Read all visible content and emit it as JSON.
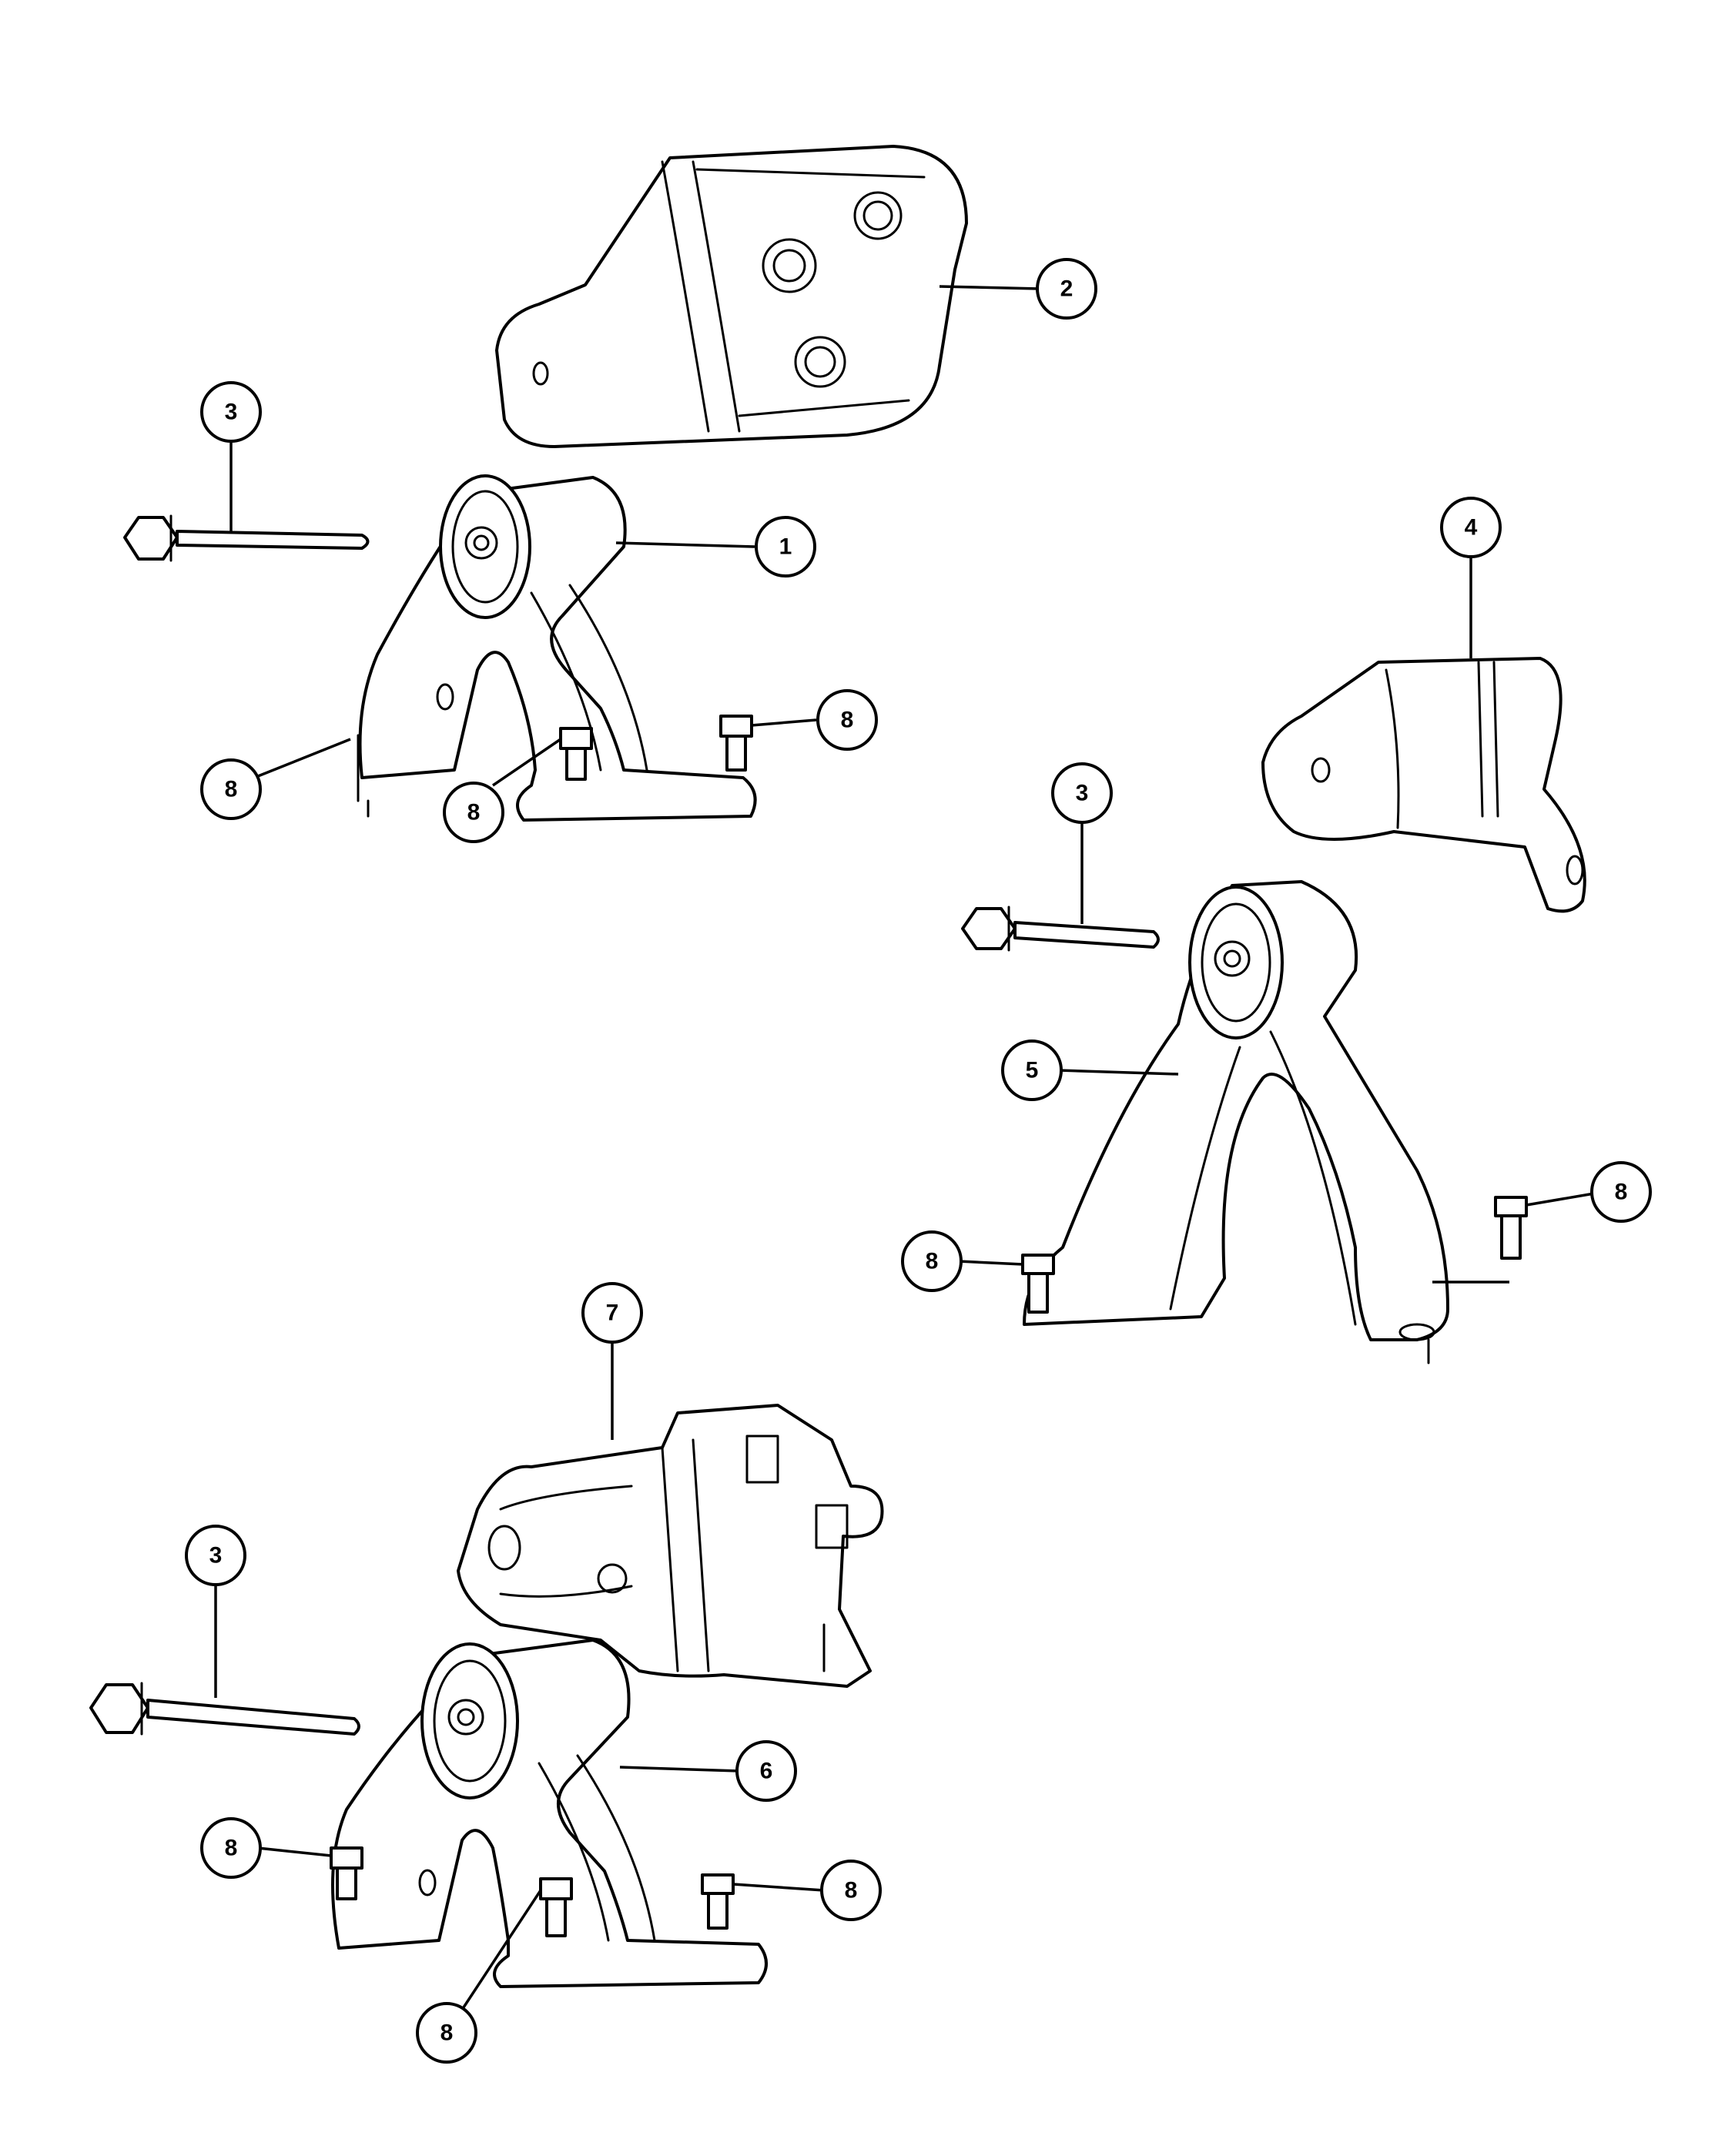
{
  "colors": {
    "line": "#000000",
    "background": "#ffffff"
  },
  "callouts": [
    {
      "id": "c1",
      "label": "1"
    },
    {
      "id": "c2",
      "label": "2"
    },
    {
      "id": "c3a",
      "label": "3"
    },
    {
      "id": "c3b",
      "label": "3"
    },
    {
      "id": "c3c",
      "label": "3"
    },
    {
      "id": "c4",
      "label": "4"
    },
    {
      "id": "c5",
      "label": "5"
    },
    {
      "id": "c6",
      "label": "6"
    },
    {
      "id": "c7",
      "label": "7"
    },
    {
      "id": "c8a",
      "label": "8"
    },
    {
      "id": "c8b",
      "label": "8"
    },
    {
      "id": "c8c",
      "label": "8"
    },
    {
      "id": "c8d",
      "label": "8"
    },
    {
      "id": "c8e",
      "label": "8"
    },
    {
      "id": "c8f",
      "label": "8"
    },
    {
      "id": "c8g",
      "label": "8"
    },
    {
      "id": "c8h",
      "label": "8"
    }
  ]
}
